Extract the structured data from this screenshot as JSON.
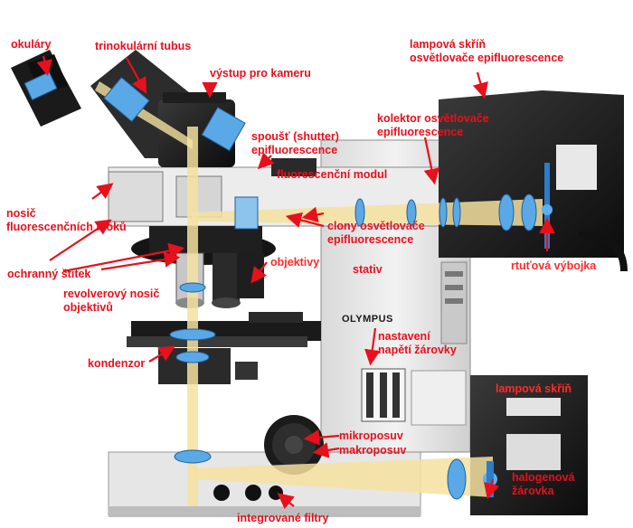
{
  "labels": {
    "okulary": "okuláry",
    "trinokularni_tubus": "trinokulární tubus",
    "vystup_kamera": "výstup pro kameru",
    "lampova_skrin_epi": "lampová skříň\nosvětlovače epifluorescence",
    "kolektor": "kolektor osvětlovače\nepifluorescence",
    "spoust": "spoušť (shutter)\nepifluorescence",
    "fluorescencni_modul": "fluorescenční modul",
    "nosic_bloku": "nosič\nfluorescenčních bloků",
    "clony": "clony osvětlovače\nepifluorescence",
    "rtutova_vybojka": "rtuťová výbojka",
    "ochranny_stitek": "ochranný štítek",
    "objektivy": "objektivy",
    "revolverovy_nosic": "revolverový nosič\nobjektivů",
    "stativ": "stativ",
    "nastaveni_napeti": "nastavení\nnapětí žárovky",
    "kondenzor": "kondenzor",
    "lampova_skrin": "lampová skříň",
    "mikroposuv": "mikroposuv",
    "makroposuv": "makroposuv",
    "halogenova_zarovka": "halogenová\nžárovka",
    "integrovane_filtry": "integrované filtry"
  },
  "brand": "OLYMPUS",
  "colors": {
    "label": "#e8101c",
    "arrow": "#e8101c",
    "beam": "#f4e2a0",
    "lens": "#5aa9e6",
    "lamp_housing": "#1c1c1c"
  }
}
